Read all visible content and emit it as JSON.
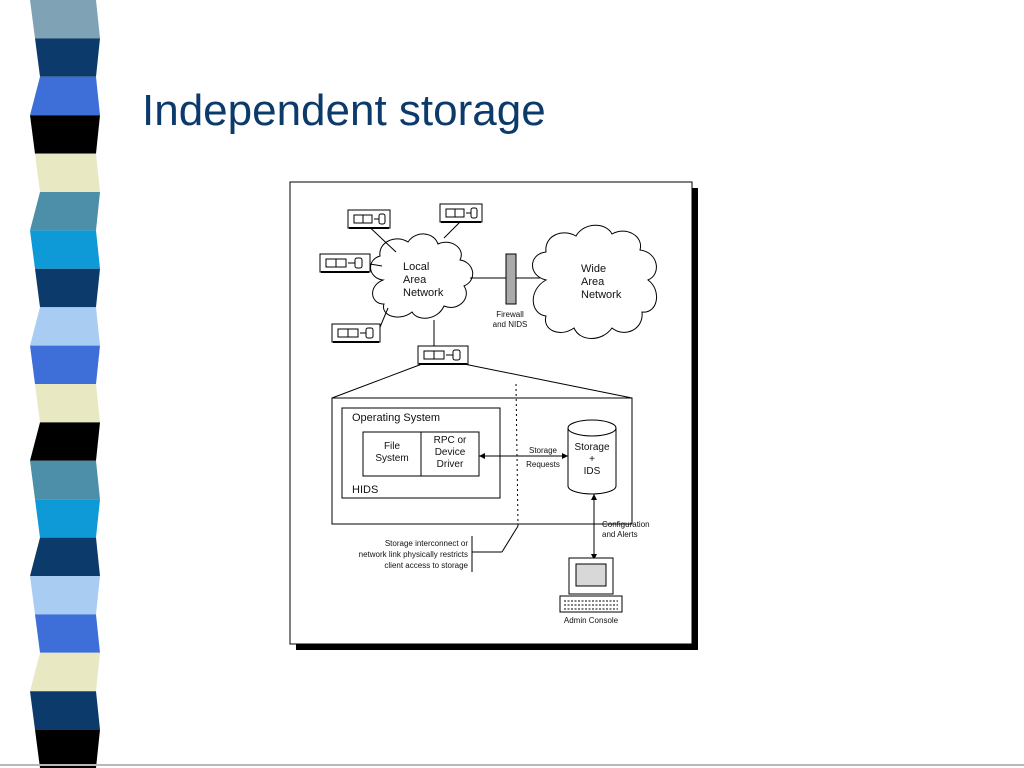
{
  "slide": {
    "title": "Independent storage"
  },
  "colors": {
    "title": "#0b3a6b",
    "stripe_pattern": [
      "#7fa3b5",
      "#0b3a6b",
      "#3e6fd8",
      "#000000",
      "#e8e8c2",
      "#4d8fa8",
      "#0d9ad6",
      "#0b3a6b",
      "#a9cdf2",
      "#3e6fd8",
      "#e8e8c2",
      "#000000",
      "#4d8fa8",
      "#0d9ad6",
      "#0b3a6b",
      "#a9cdf2",
      "#3e6fd8",
      "#e8e8c2",
      "#0b3a6b",
      "#000000"
    ]
  },
  "diagram": {
    "lan": [
      "Local",
      "Area",
      "Network"
    ],
    "wan": [
      "Wide",
      "Area",
      "Network"
    ],
    "firewall": [
      "Firewall",
      "and NIDS"
    ],
    "os_label": "Operating System",
    "fs": [
      "File",
      "System"
    ],
    "rpc": [
      "RPC or",
      "Device",
      "Driver"
    ],
    "hids": "HIDS",
    "storage_requests": [
      "Storage",
      "Requests"
    ],
    "storage_ids": [
      "Storage",
      "+",
      "IDS"
    ],
    "config": [
      "Configuration",
      "and Alerts"
    ],
    "interconnect": [
      "Storage interconnect or",
      "network link physically restricts",
      "client access to storage"
    ],
    "admin": "Admin Console"
  }
}
